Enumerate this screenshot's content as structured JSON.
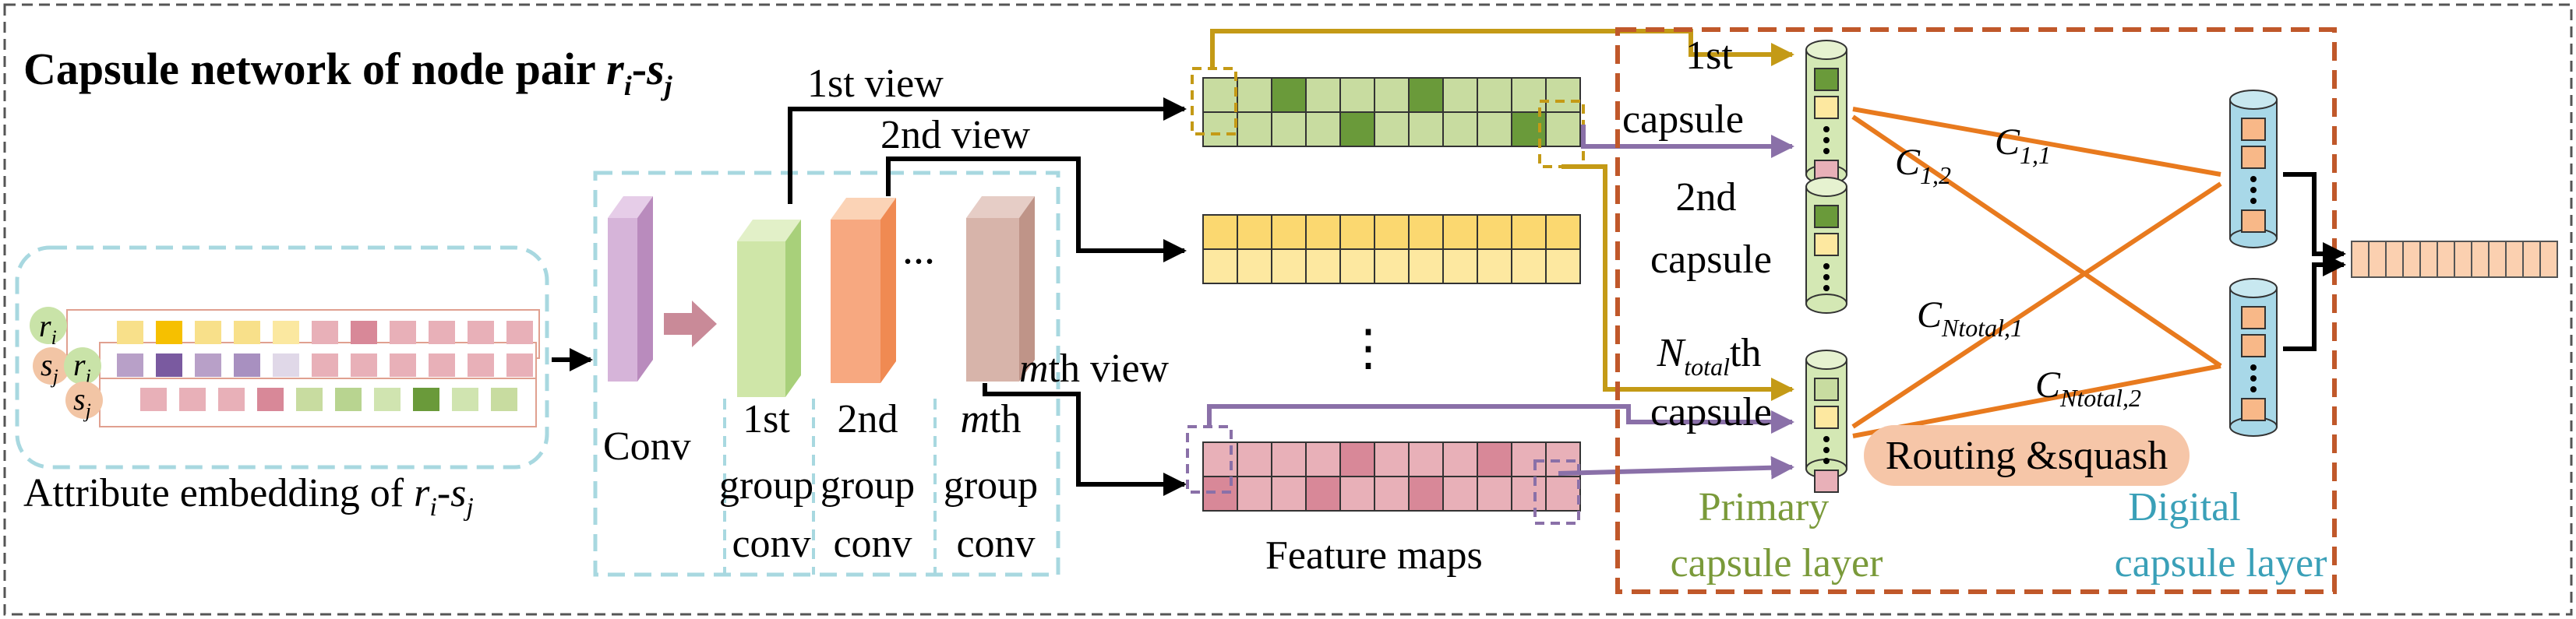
{
  "title": {
    "main": "Capsule network of node pair ",
    "r": "r",
    "i": "i",
    "dash": "-",
    "s": "s",
    "j": "j"
  },
  "input": {
    "label_prefix": "Attribute embedding of ",
    "r": "r",
    "i": "i",
    "dash": "-",
    "s": "s",
    "j": "j"
  },
  "conv": {
    "conv_label": "Conv",
    "ellipsis": "...",
    "group1": [
      "1st",
      "group",
      "conv"
    ],
    "group2": [
      "2nd",
      "group",
      "conv"
    ],
    "groupm": [
      "th",
      "group",
      "conv"
    ],
    "m": "m"
  },
  "views": {
    "view1": "1st view",
    "view2": "2nd view",
    "viewm_m": "m",
    "viewm_rest": "th view"
  },
  "feature_maps": {
    "label": "Feature  maps",
    "ellipsis": "⋮"
  },
  "primary": {
    "cap1": [
      "1st",
      "capsule"
    ],
    "cap2": [
      "2nd",
      "capsule"
    ],
    "capN_N": "N",
    "capN_sub": "total",
    "capN_rest": "th",
    "capN_word": "capsule",
    "layer": [
      "Primary",
      "capsule layer"
    ]
  },
  "digital": {
    "layer": [
      "Digital",
      "capsule layer"
    ]
  },
  "routing": {
    "label": "Routing &squash"
  },
  "coefficients": {
    "c11": {
      "C": "C",
      "sub": "1,1"
    },
    "c12": {
      "C": "C",
      "sub": "1,2"
    },
    "cN1": {
      "C": "C",
      "sub": "Ntotal,1"
    },
    "cN2": {
      "C": "C",
      "sub": "Ntotal,2"
    }
  },
  "colors": {
    "outer_border": "#555555",
    "conv_box": "#a8d8e0",
    "capsule_box": "#c0582a",
    "gold_arrow": "#c49a16",
    "purple_arrow": "#8a70a8",
    "orange_line": "#e87a1e",
    "routing_fill": "#f6c6a8",
    "primary_text": "#7a9a3a",
    "digital_text": "#3aa0b8"
  }
}
